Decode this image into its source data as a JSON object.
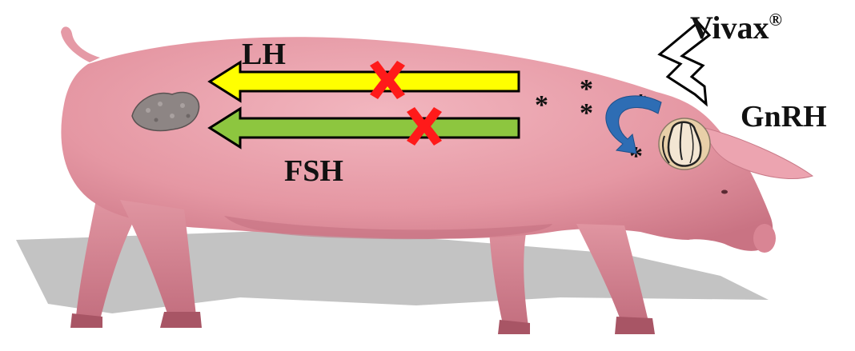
{
  "labels": {
    "lh": "LH",
    "fsh": "FSH",
    "vivax": "Vivax",
    "registered": "®",
    "gnrh": "GnRH"
  },
  "stars": [
    "*",
    "*",
    "*",
    "*",
    "*"
  ],
  "colors": {
    "pig_body": "#e59aa6",
    "pig_shadow": "#b8b8b8",
    "lh_arrow": "#ffff00",
    "fsh_arrow": "#8dc63f",
    "cross": "#ff1a1a",
    "curved_arrow": "#2e6db4",
    "pituitary": "#e8cfa8"
  },
  "icons": {
    "block_marks": "red-x-icon",
    "signal": "lightning-bolt-icon",
    "gland": "pituitary-gland-icon",
    "organ": "testis-icon"
  }
}
